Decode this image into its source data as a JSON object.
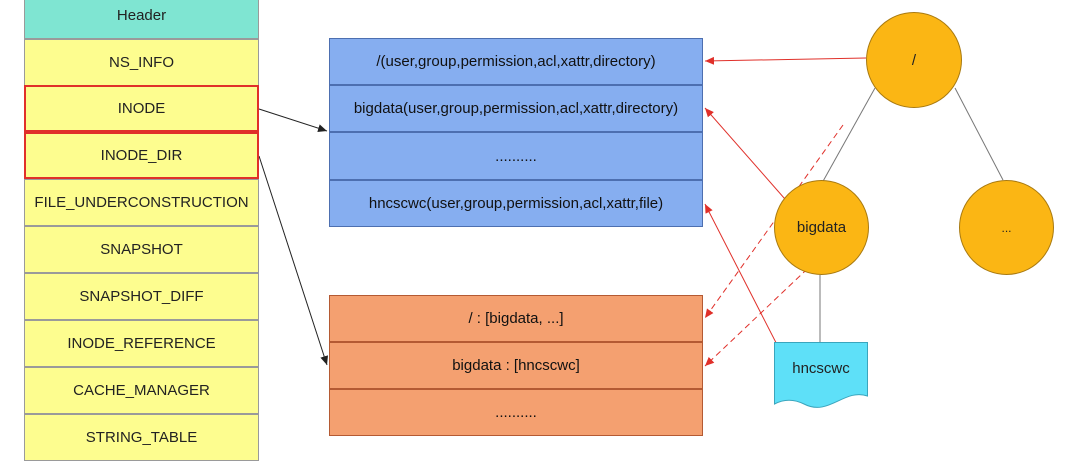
{
  "fsimage_sections": [
    "Header",
    "NS_INFO",
    "INODE",
    "INODE_DIR",
    "FILE_UNDERCONSTRUCTION",
    "SNAPSHOT",
    "SNAPSHOT_DIFF",
    "INODE_REFERENCE",
    "CACHE_MANAGER",
    "STRING_TABLE"
  ],
  "inode_table": [
    "/(user,group,permission,acl,xattr,directory)",
    "bigdata(user,group,permission,acl,xattr,directory)",
    "..........",
    "hncscwc(user,group,permission,acl,xattr,file)"
  ],
  "inode_dir_table": [
    "/ : [bigdata, ...]",
    "bigdata : [hncscwc]",
    ".........."
  ],
  "tree": {
    "root": "/",
    "child_dir": "bigdata",
    "child_other": "...",
    "file": "hncscwc"
  },
  "colors": {
    "header": "#7fe5d2",
    "section": "#fdfd8f",
    "highlight": "#e0302a",
    "inode": "#86aef0",
    "inode_dir": "#f4a070",
    "tree_node": "#fbb614",
    "file_node": "#5ee0f8"
  }
}
